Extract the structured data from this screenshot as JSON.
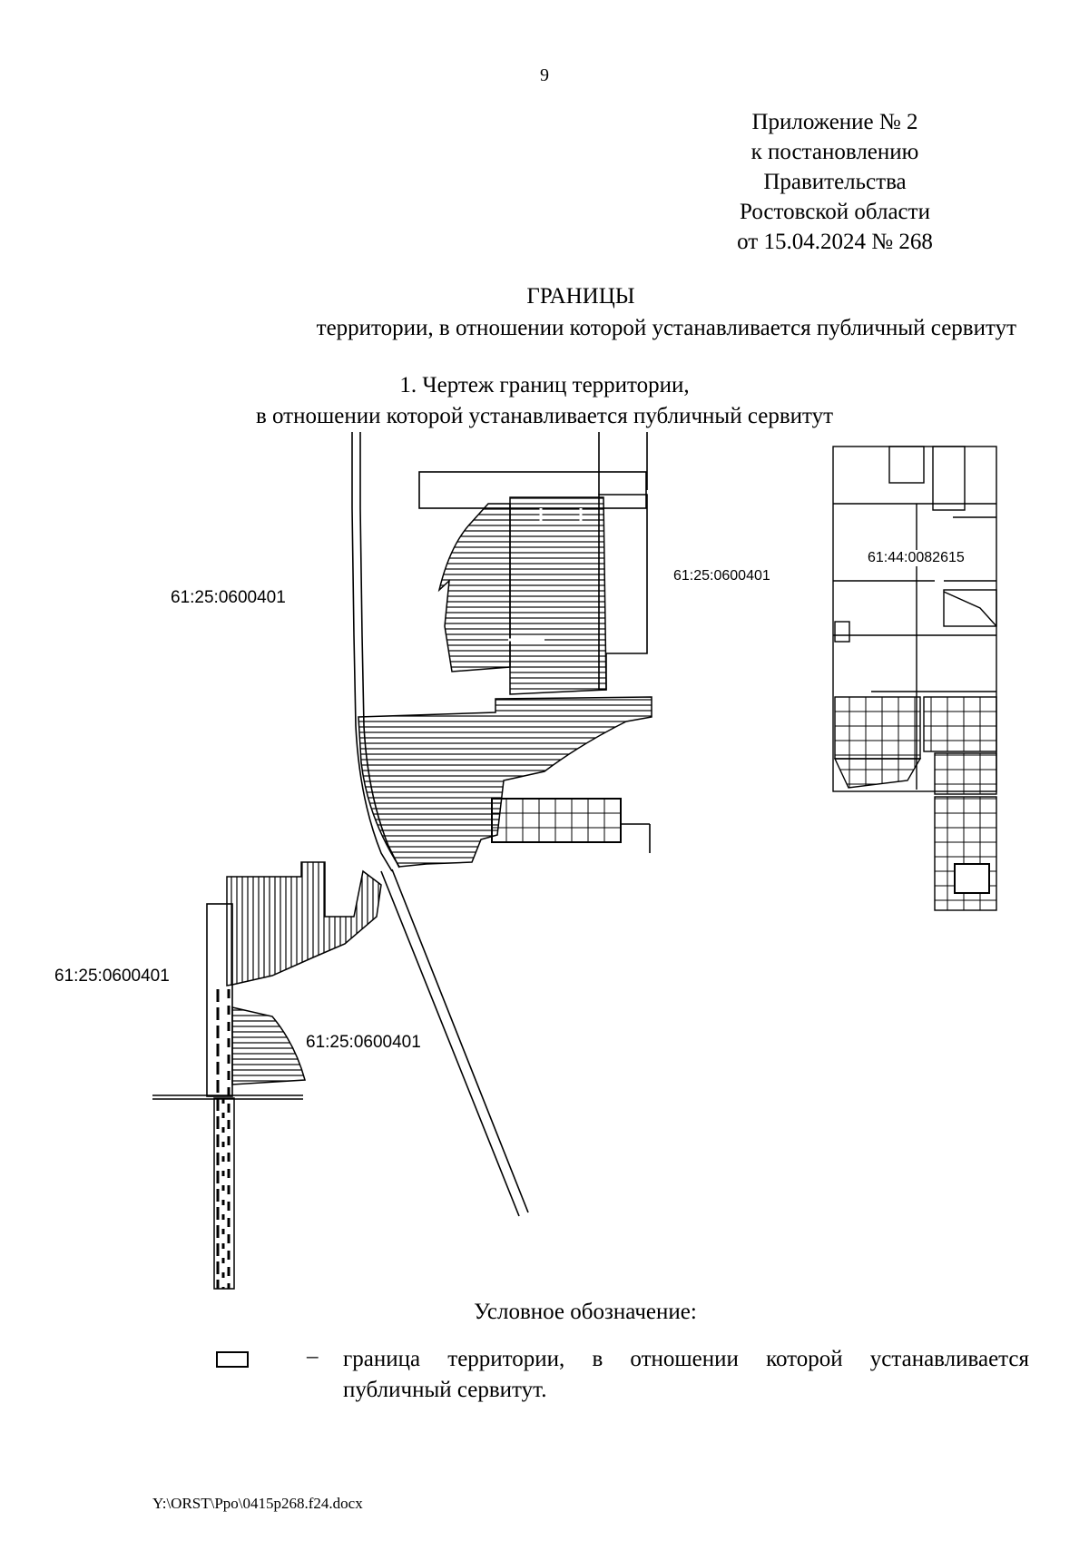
{
  "page_number": "9",
  "appendix": {
    "line1": "Приложение № 2",
    "line2": "к постановлению",
    "line3": "Правительства",
    "line4": "Ростовской области",
    "line5": "от 15.04.2024 № 268"
  },
  "title": "ГРАНИЦЫ",
  "subtitle": "территории, в отношении которой устанавливается публичный сервитут",
  "drawing_title": {
    "line1": "1. Чертеж границ территории,",
    "line2": "в отношении которой устанавливается публичный сервитут"
  },
  "map_labels": {
    "left_top": "61:25:0600401",
    "center_top": "61:25:0600401",
    "right_top": "61:44:0082615",
    "left_bottom": "61:25:0600401",
    "center_bottom": "61:25:0600401"
  },
  "legend": {
    "title": "Условное обозначение:",
    "dash": "–",
    "text": "граница территории, в отношении которой устанавливается публичный сервитут."
  },
  "footer_path": "Y:\\ORST\\Ppo\\0415p268.f24.docx"
}
